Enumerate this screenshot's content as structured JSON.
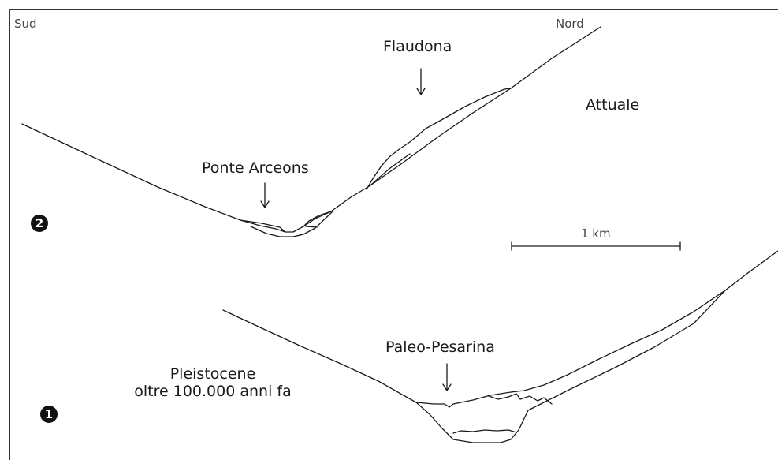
{
  "orientation": {
    "south": "Sud",
    "north": "Nord"
  },
  "profile_2": {
    "badge": "2",
    "period_label": "Attuale",
    "callouts": {
      "upper": "Flaudona",
      "valley": "Ponte Arceons"
    }
  },
  "profile_1": {
    "badge": "1",
    "period_label_line1": "Pleistocene",
    "period_label_line2": "oltre 100.000 anni fa",
    "callouts": {
      "valley": "Paleo-Pesarina"
    }
  },
  "scale_bar": {
    "label": "1 km"
  },
  "colors": {
    "line": "#1a1a1a",
    "frame": "#333333",
    "badge": "#111111"
  }
}
